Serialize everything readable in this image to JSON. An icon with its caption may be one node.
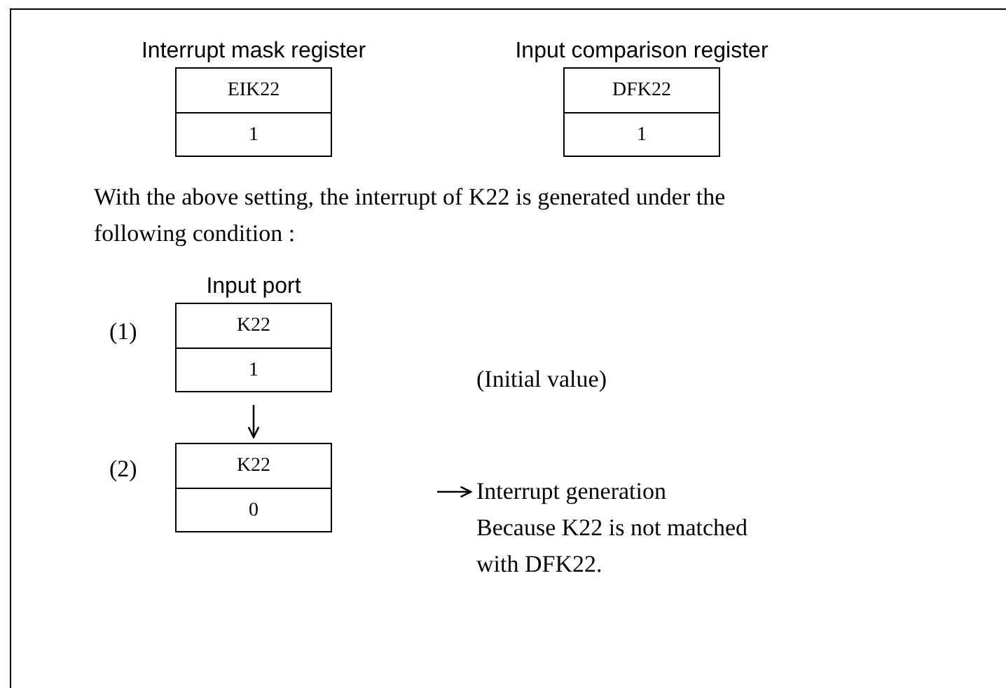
{
  "diagram": {
    "nodes": [
      {
        "text": [
          "Interrupt mask register",
          "EIK22",
          "1"
        ]
      },
      {
        "text": [
          "Input comparison register",
          "DFK22",
          "1"
        ]
      },
      {
        "text": [
          "Input port",
          "K22",
          "1"
        ],
        "beside": [
          "(1)"
        ]
      },
      {
        "text": [
          "K22",
          "0"
        ],
        "beside": [
          "(2)"
        ]
      },
      {
        "text": [
          "Interrupt generation",
          "Because K22 is not matched with DFK22."
        ]
      }
    ],
    "edges": [
      {
        "from": 2,
        "to": 3,
        "arrow": "to"
      },
      {
        "from": null,
        "to": 4,
        "arrow": "to"
      }
    ],
    "labels": [
      "With the above setting, the interrupt of K22 is generated under the following condition :",
      "(Initial value)"
    ]
  }
}
